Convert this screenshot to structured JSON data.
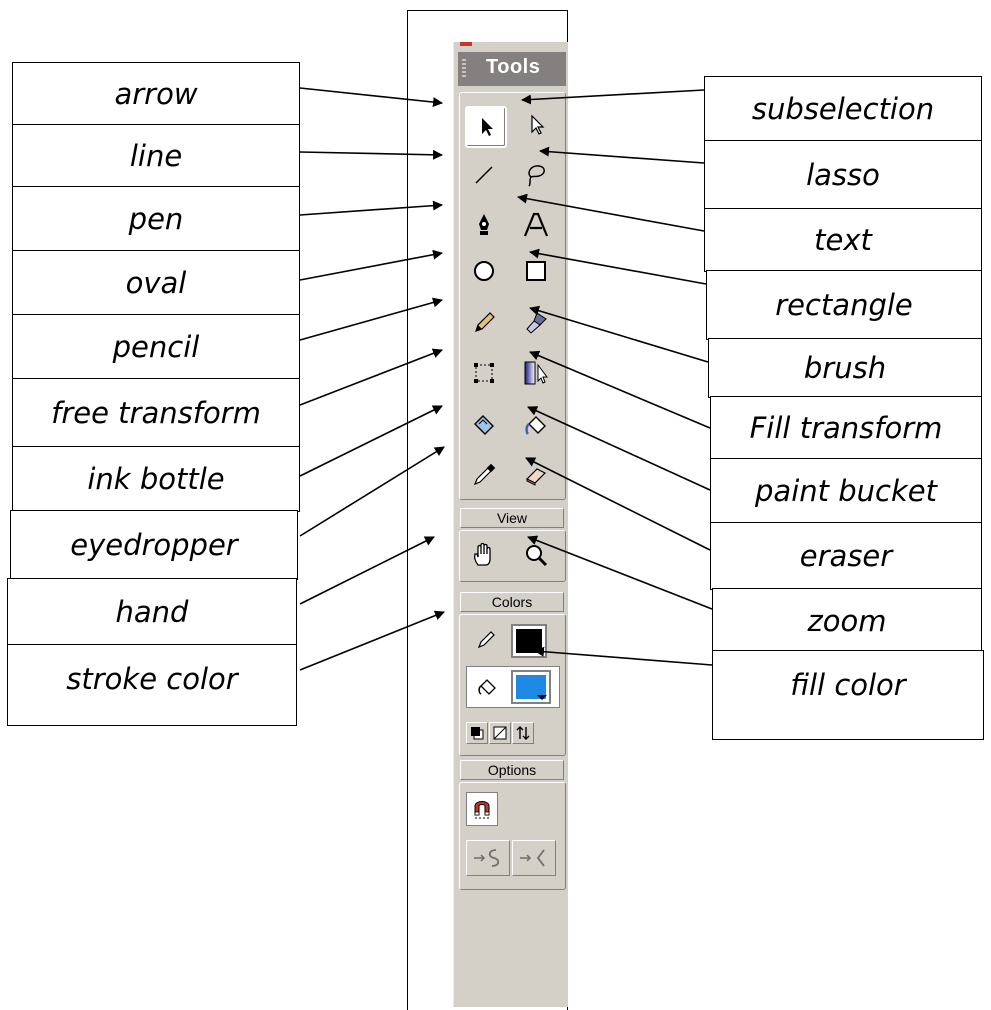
{
  "panel": {
    "title": "Tools",
    "sections": {
      "view": "View",
      "colors": "Colors",
      "options": "Options"
    }
  },
  "labels": {
    "left": [
      "arrow",
      "line",
      "pen",
      "oval",
      "pencil",
      "free transform",
      "ink bottle",
      "eyedropper",
      "hand",
      "stroke color"
    ],
    "right": [
      "subselection",
      "lasso",
      "text",
      "rectangle",
      "brush",
      "Fill transform",
      "paint bucket",
      "eraser",
      "zoom",
      "fill color"
    ]
  },
  "colors": {
    "stroke_swatch": "#000000",
    "fill_swatch": "#1e88e5",
    "panel_bg": "#d4d0c8",
    "title_bg": "#848080"
  }
}
